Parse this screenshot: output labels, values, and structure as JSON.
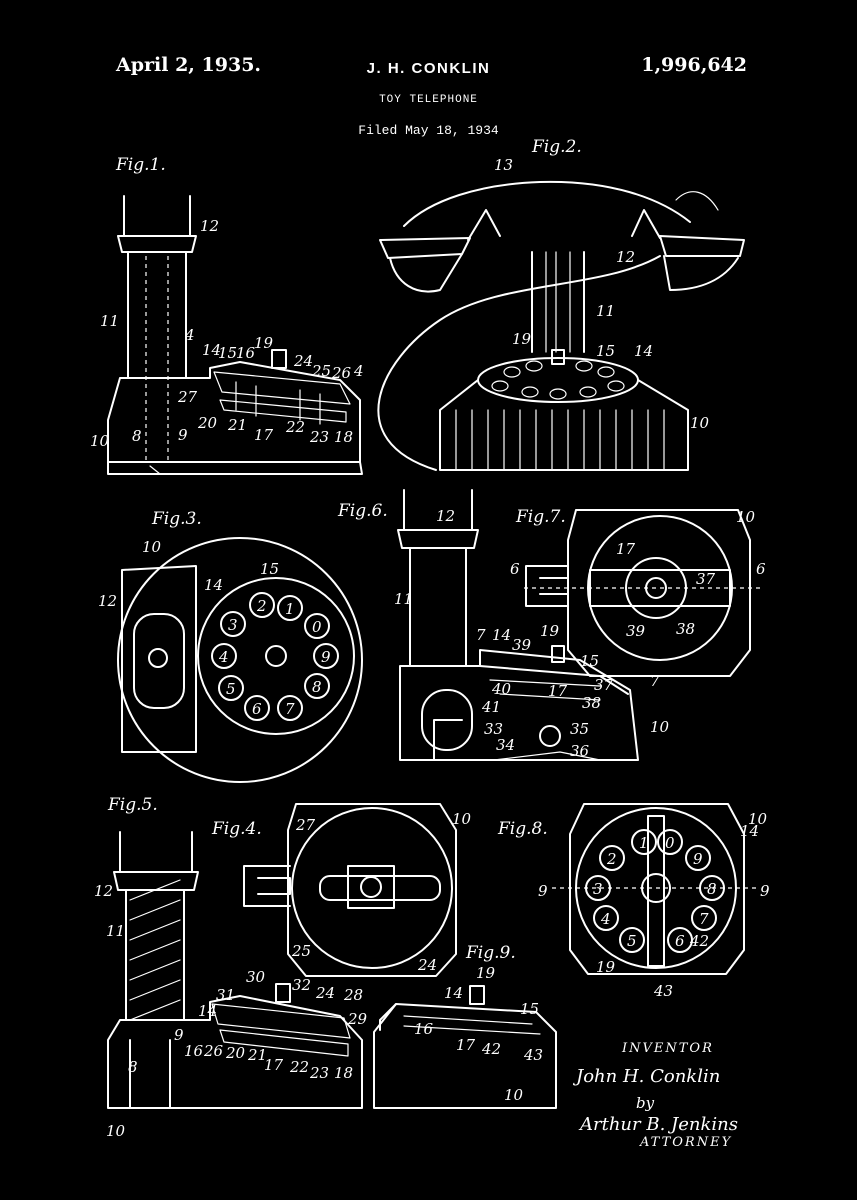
{
  "header": {
    "date": "April 2, 1935.",
    "inventor_name": "J. H. CONKLIN",
    "patent_number": "1,996,642",
    "title": "TOY TELEPHONE",
    "filed": "Filed May 18, 1934"
  },
  "figures": {
    "fig1": {
      "label": "Fig.1.",
      "refs": [
        "12",
        "11",
        "4",
        "14",
        "15",
        "16",
        "19",
        "24",
        "25",
        "26",
        "4",
        "27",
        "9",
        "20",
        "21",
        "17",
        "22",
        "23",
        "18",
        "10",
        "8"
      ]
    },
    "fig2": {
      "label": "Fig.2.",
      "refs": [
        "13",
        "12",
        "11",
        "19",
        "15",
        "14",
        "10"
      ]
    },
    "fig3": {
      "label": "Fig.3.",
      "refs": [
        "10",
        "14",
        "15",
        "12"
      ],
      "dial_digits": [
        "1",
        "2",
        "3",
        "4",
        "5",
        "6",
        "7",
        "8",
        "9",
        "0"
      ]
    },
    "fig6": {
      "label": "Fig.6.",
      "refs": [
        "12",
        "11",
        "7",
        "14",
        "39",
        "19",
        "15",
        "37",
        "7",
        "41",
        "40",
        "17",
        "38",
        "10",
        "33",
        "35",
        "34",
        "36"
      ]
    },
    "fig7": {
      "label": "Fig.7.",
      "refs": [
        "10",
        "17",
        "6",
        "37",
        "6",
        "39",
        "38"
      ]
    },
    "fig5": {
      "label": "Fig.5.",
      "refs": [
        "12",
        "11",
        "30",
        "14",
        "31",
        "32",
        "24",
        "28",
        "29",
        "9",
        "16",
        "26",
        "20",
        "21",
        "17",
        "22",
        "23",
        "18",
        "8",
        "10"
      ]
    },
    "fig4": {
      "label": "Fig.4.",
      "refs": [
        "27",
        "10",
        "25",
        "24"
      ]
    },
    "fig8": {
      "label": "Fig.8.",
      "refs": [
        "10",
        "14",
        "9",
        "9",
        "19",
        "42",
        "43"
      ],
      "dial_digits": [
        "1",
        "2",
        "3",
        "4",
        "5",
        "6",
        "7",
        "8",
        "9",
        "0"
      ]
    },
    "fig9": {
      "label": "Fig.9.",
      "refs": [
        "19",
        "14",
        "15",
        "16",
        "17",
        "42",
        "43",
        "10"
      ]
    }
  },
  "credits": {
    "inventor_label": "INVENTOR",
    "inventor_signature": "John H. Conklin",
    "by": "by",
    "attorney_signature": "Arthur B. Jenkins",
    "attorney_label": "ATTORNEY"
  }
}
